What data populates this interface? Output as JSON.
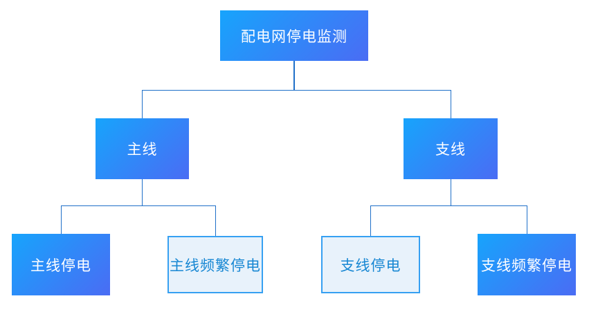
{
  "diagram": {
    "title": "配电网停电监测",
    "type": "tree",
    "colors": {
      "background": "#ffffff",
      "node_gradient_start": "#17a4fc",
      "node_gradient_end": "#4a6cf4",
      "node_text": "#ffffff",
      "light_node_bg": "#e8f2fb",
      "light_node_border": "#36a0f2",
      "light_node_text": "#1787d3",
      "connector": "#1e6fc8"
    },
    "nodes": [
      {
        "id": "root",
        "label": "配电网停电监测",
        "style": "solid",
        "parent": null
      },
      {
        "id": "main-line",
        "label": "主线",
        "style": "solid",
        "parent": "root"
      },
      {
        "id": "branch-line",
        "label": "支线",
        "style": "solid",
        "parent": "root"
      },
      {
        "id": "main-line-outage",
        "label": "主线停电",
        "style": "solid",
        "parent": "main-line"
      },
      {
        "id": "main-line-frequent-outage",
        "label": "主线频繁停电",
        "style": "outline",
        "parent": "main-line"
      },
      {
        "id": "branch-line-outage",
        "label": "支线停电",
        "style": "outline",
        "parent": "branch-line"
      },
      {
        "id": "branch-line-frequent-outage",
        "label": "支线频繁停电",
        "style": "solid",
        "parent": "branch-line"
      }
    ]
  }
}
